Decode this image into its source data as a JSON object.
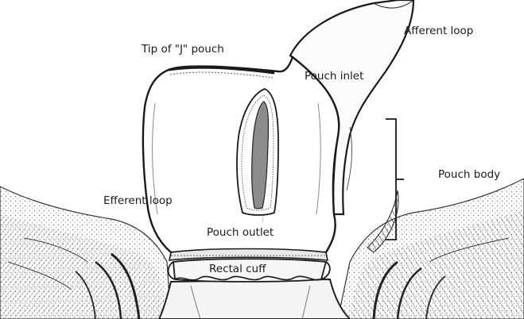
{
  "labels": {
    "tip": "Tip of \"J\" pouch",
    "afferent_loop": "Afferent loop",
    "pouch_inlet": "Pouch inlet",
    "pouch_body": "Pouch body",
    "efferent_loop": "Efferent loop",
    "pouch_outlet": "Pouch outlet",
    "rectal_cuff": "Rectal cuff"
  },
  "colors": {
    "ink": "#1a1a1a",
    "lumen": "#8c8c8c",
    "background": "#ffffff"
  }
}
